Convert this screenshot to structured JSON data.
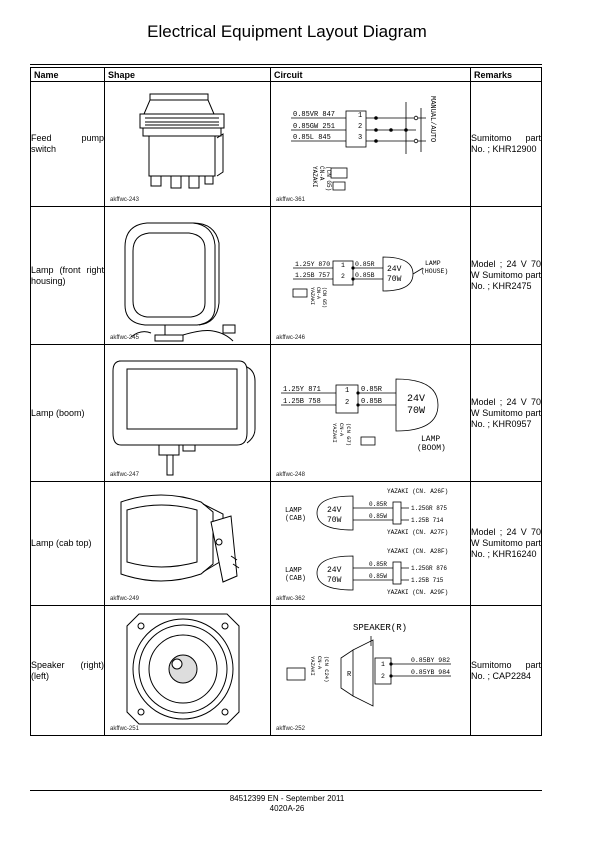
{
  "title": "Electrical Equipment Layout Diagram",
  "headers": {
    "name": "Name",
    "shape": "Shape",
    "circuit": "Circuit",
    "remarks": "Remarks"
  },
  "rows": [
    {
      "name": "Feed pump switch",
      "shape_caption": "akffwc-243",
      "circuit_caption": "akffwc-361",
      "remarks": "Sumitomo part No. ; KHR12900",
      "circuit_labels": {
        "w1": "0.85VR 847",
        "w2": "0.85GW 251",
        "w3": "0.85L 845",
        "p1": "1",
        "p2": "2",
        "p3": "3",
        "side": "MANUAL/AUTO",
        "c1": "YAZAKI",
        "c2": "CN-A",
        "c3": "(CN G5)"
      }
    },
    {
      "name": "Lamp (front right housing)",
      "shape_caption": "akffwc-245",
      "circuit_caption": "akffwc-246",
      "remarks": "Model ; 24 V 70 W Sumitomo part No. ; KHR2475",
      "circuit_labels": {
        "w1": "1.25Y 870",
        "w2": "1.25B 757",
        "w3": "0.85R",
        "w4": "0.85B",
        "p1": "1",
        "p2": "2",
        "lamp1": "24V",
        "lamp2": "70W",
        "tag1": "LAMP",
        "tag2": "(HOUSE)",
        "c1": "YAZAKI",
        "c2": "CN-A",
        "c3": "(CN G5)"
      }
    },
    {
      "name": "Lamp (boom)",
      "shape_caption": "akffwc-247",
      "circuit_caption": "akffwc-248",
      "remarks": "Model ; 24 V 70 W Sumitomo part No. ; KHR0957",
      "circuit_labels": {
        "w1": "1.25Y 871",
        "w2": "1.25B 758",
        "w3": "0.85R",
        "w4": "0.85B",
        "p1": "1",
        "p2": "2",
        "lamp1": "24V",
        "lamp2": "70W",
        "tag1": "LAMP",
        "tag2": "(BOOM)",
        "c1": "YAZAKI",
        "c2": "CN-A",
        "c3": "(CN G7)"
      }
    },
    {
      "name": "Lamp (cab top)",
      "shape_caption": "akffwc-249",
      "circuit_caption": "akffwc-362",
      "remarks": "Model ; 24 V 70 W Sumitomo part No. ; KHR16240",
      "circuit_labels": {
        "top_yazaki": "YAZAKI (CN. A26F)",
        "top_r": "0.85R",
        "top_w": "0.85W",
        "top_gr": "1.25GR 875",
        "top_b": "1.25B 714",
        "top_bottom": "YAZAKI (CN. A27F)",
        "bot_yazaki": "YAZAKI (CN. A28F)",
        "bot_r": "0.85R",
        "bot_w": "0.85W",
        "bot_gr": "1.25GR 876",
        "bot_b": "1.25B 715",
        "bot_bottom": "YAZAKI (CN. A29F)",
        "lamp1": "24V",
        "lamp2": "70W",
        "tag1": "LAMP",
        "tag2": "(CAB)"
      }
    },
    {
      "name": "Speaker (right) (left)",
      "shape_caption": "akffwc-251",
      "circuit_caption": "akffwc-252",
      "remarks": "Sumitomo part No. ; CAP2284",
      "circuit_labels": {
        "title": "SPEAKER(R)",
        "w1": "0.85BY 982",
        "w2": "0.85YB 984",
        "p1": "1",
        "p2": "2",
        "r": "R",
        "c1": "YAZAKI",
        "c2": "CN-A",
        "c3": "(CN C24)"
      }
    }
  ],
  "footer": {
    "line1": "84512399 EN - September 2011",
    "line2": "4020A-26"
  }
}
